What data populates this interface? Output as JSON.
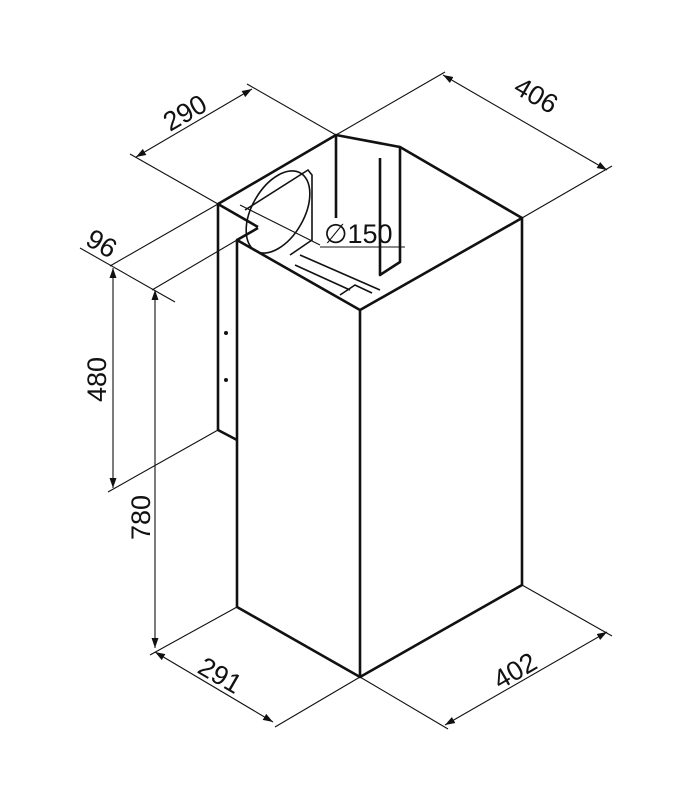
{
  "drawing": {
    "title": "Island cooker hood dimensional drawing",
    "dimensions": {
      "top_depth": "290",
      "top_width": "406",
      "offset": "96",
      "upper_height": "480",
      "total_height": "780",
      "bottom_depth": "291",
      "bottom_width": "402",
      "duct_diameter": "∅150"
    }
  }
}
